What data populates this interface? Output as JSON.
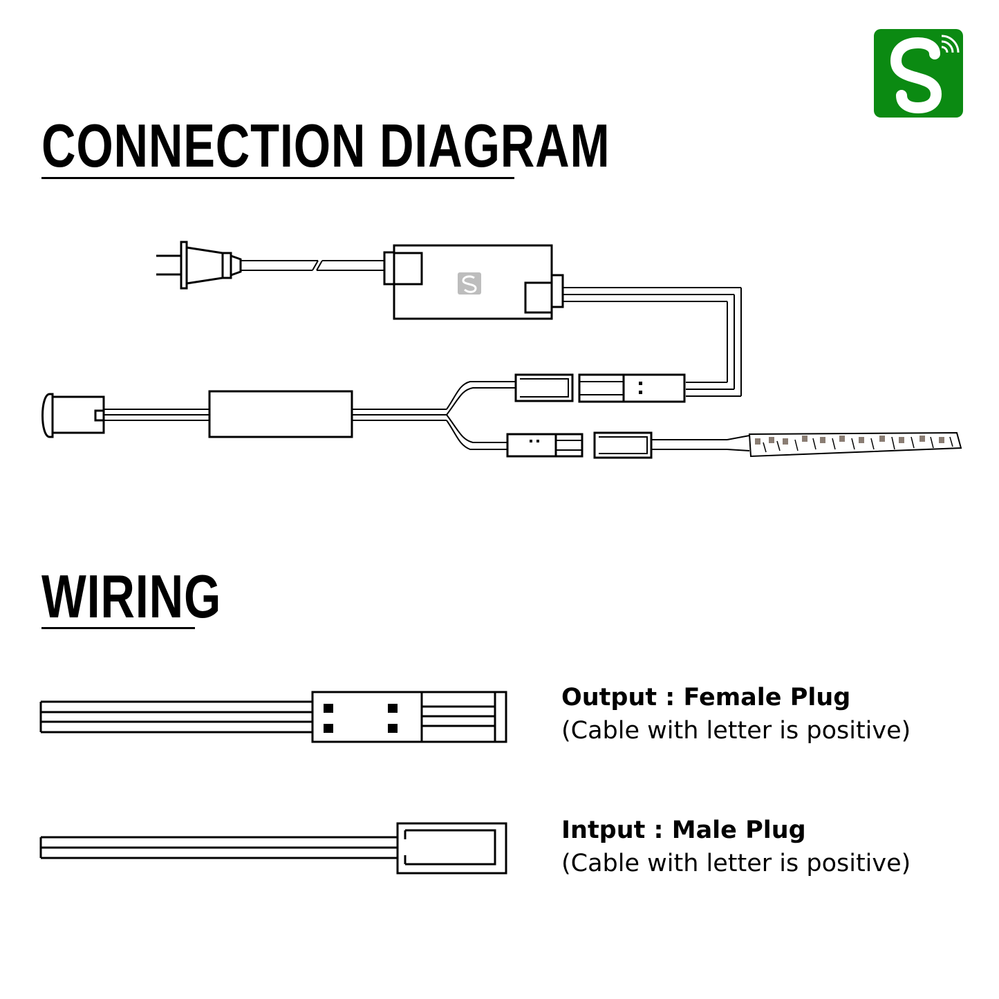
{
  "headings": {
    "connection": "CONNECTION DIAGRAM",
    "wiring": "WIRING"
  },
  "wiring": {
    "output": {
      "title": "Output : Female Plug",
      "note": "(Cable with letter is positive)"
    },
    "input": {
      "title": "Intput : Male Plug",
      "note": "(Cable with letter is positive)"
    }
  },
  "colors": {
    "brand_green": "#0b8a12",
    "ink": "#000000",
    "led_chip": "#8a7d73"
  },
  "icons": {
    "logo": "brand-logo-s-wireless",
    "controller_mark": "controller-logo-icon"
  }
}
